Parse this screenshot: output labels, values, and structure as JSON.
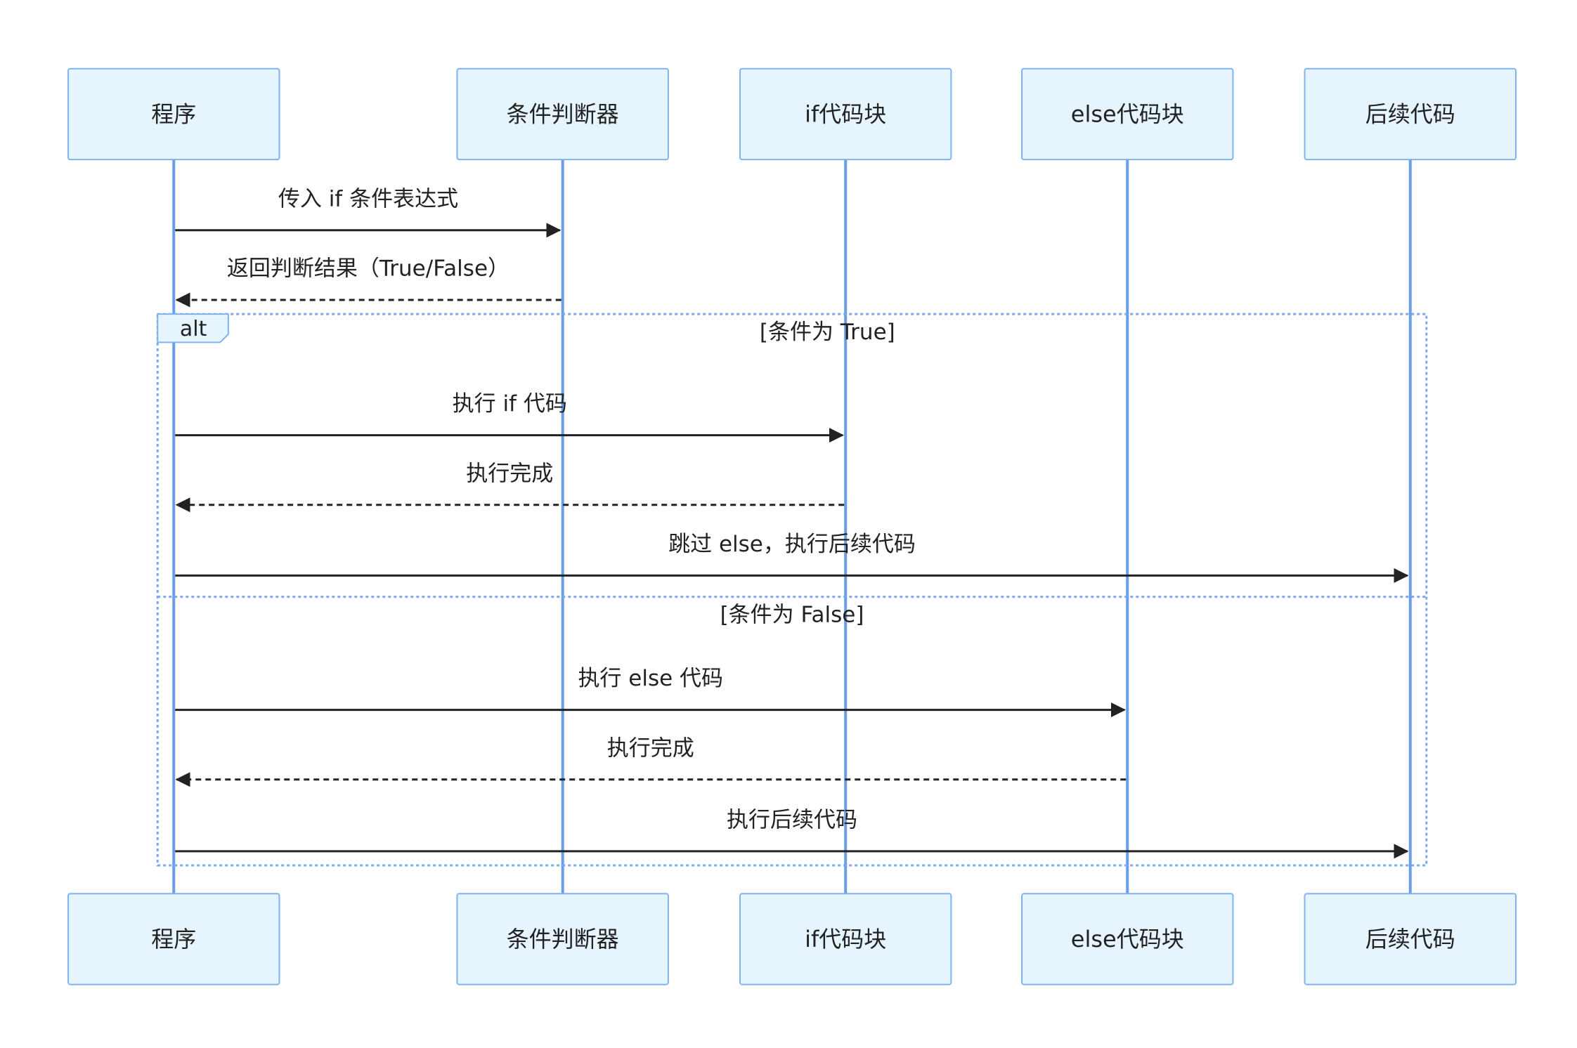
{
  "actors": [
    {
      "id": "program",
      "label": "程序"
    },
    {
      "id": "judge",
      "label": "条件判断器"
    },
    {
      "id": "ifblock",
      "label": "if代码块"
    },
    {
      "id": "elseblock",
      "label": "else代码块"
    },
    {
      "id": "after",
      "label": "后续代码"
    }
  ],
  "messages": [
    {
      "from": "program",
      "to": "judge",
      "label": "传入 if 条件表达式",
      "dashed": false
    },
    {
      "from": "judge",
      "to": "program",
      "label": "返回判断结果（True/False）",
      "dashed": true
    },
    {
      "from": "program",
      "to": "ifblock",
      "label": "执行 if 代码",
      "dashed": false
    },
    {
      "from": "ifblock",
      "to": "program",
      "label": "执行完成",
      "dashed": true
    },
    {
      "from": "program",
      "to": "after",
      "label": "跳过 else，执行后续代码",
      "dashed": false
    },
    {
      "from": "program",
      "to": "elseblock",
      "label": "执行 else 代码",
      "dashed": false
    },
    {
      "from": "elseblock",
      "to": "program",
      "label": "执行完成",
      "dashed": true
    },
    {
      "from": "program",
      "to": "after",
      "label": "执行后续代码",
      "dashed": false
    }
  ],
  "alt_frame": {
    "keyword": "alt",
    "conditions": [
      "[条件为 True]",
      "[条件为 False]"
    ]
  },
  "colors": {
    "actor_fill": "#e6f5fd",
    "actor_stroke": "#7eb3f0",
    "lifeline": "#6b9ee8",
    "arrow": "#222222"
  }
}
